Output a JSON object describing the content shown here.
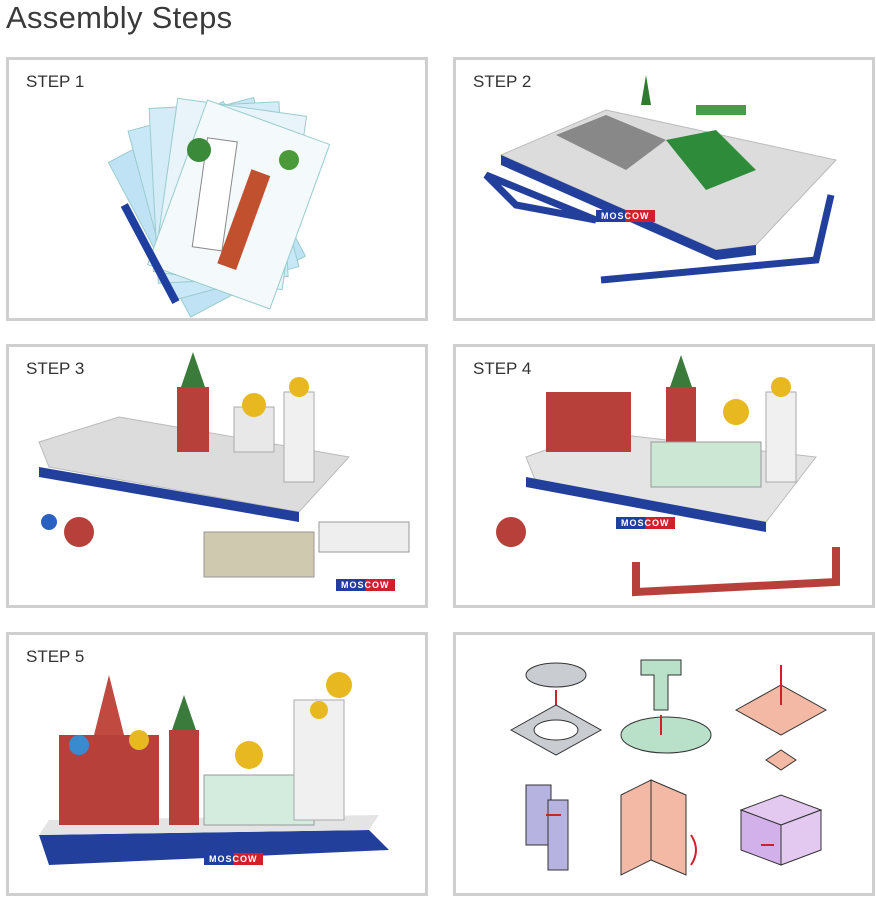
{
  "title": "Assembly Steps",
  "steps": [
    {
      "label": "STEP 1"
    },
    {
      "label": "STEP 2",
      "badge": "MOSCOW"
    },
    {
      "label": "STEP 3",
      "badge": "MOSCOW"
    },
    {
      "label": "STEP 4",
      "badge": "MOSCOW"
    },
    {
      "label": "STEP 5",
      "badge": "MOSCOW"
    }
  ],
  "colors": {
    "border": "#cfcfcf",
    "base_blue": "#233f9c",
    "sheet_blue": "#bfe3f5",
    "brick": "#b8403a",
    "gold": "#e8b820"
  }
}
